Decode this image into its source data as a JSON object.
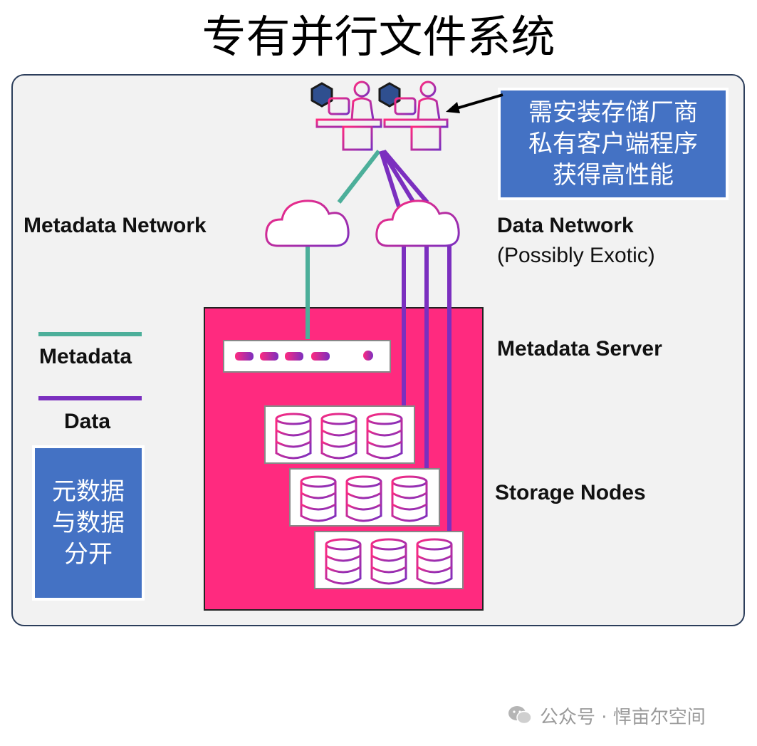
{
  "title": "专有并行文件系统",
  "labels": {
    "metadata_network": "Metadata Network",
    "data_network": "Data Network",
    "data_network_sub": "(Possibly Exotic)",
    "metadata_server": "Metadata Server",
    "storage_nodes": "Storage Nodes"
  },
  "legend": {
    "metadata": "Metadata",
    "data": "Data",
    "metadata_color": "#4caf9a",
    "data_color": "#7b2fbf"
  },
  "callout_top": {
    "line1": "需安装存储厂商",
    "line2": "私有客户端程序",
    "line3": "获得高性能"
  },
  "callout_left": {
    "line1": "元数据",
    "line2": "与数据",
    "line3": "分开"
  },
  "watermark": "公众号 · 悍亩尔空间",
  "colors": {
    "server_rack": "#ff2a7f",
    "callout_bg": "#4472c4",
    "panel_bg": "#f2f2f2"
  }
}
